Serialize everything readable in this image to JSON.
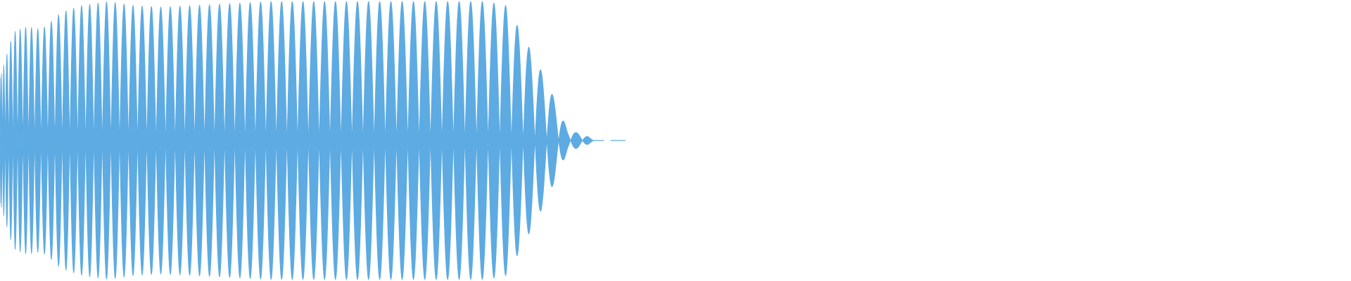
{
  "waveform": {
    "color": "#5dabe2",
    "background": "#ffffff",
    "envelope": [
      [
        0.0,
        0.45
      ],
      [
        0.005,
        0.62
      ],
      [
        0.01,
        0.78
      ],
      [
        0.02,
        0.82
      ],
      [
        0.03,
        0.8
      ],
      [
        0.035,
        0.83
      ],
      [
        0.045,
        0.92
      ],
      [
        0.06,
        0.97
      ],
      [
        0.08,
        1.0
      ],
      [
        0.1,
        0.97
      ],
      [
        0.12,
        0.96
      ],
      [
        0.16,
        0.98
      ],
      [
        0.2,
        1.0
      ],
      [
        0.24,
        1.0
      ],
      [
        0.3,
        1.0
      ],
      [
        0.36,
        1.0
      ],
      [
        0.375,
        0.97
      ],
      [
        0.39,
        0.7
      ],
      [
        0.405,
        0.42
      ],
      [
        0.42,
        0.08
      ],
      [
        0.435,
        0.03
      ],
      [
        0.44,
        0.0
      ],
      [
        0.46,
        0.0
      ]
    ],
    "cycles": 32,
    "tail_segments": [
      [
        0.436,
        0.447
      ],
      [
        0.452,
        0.463
      ]
    ]
  }
}
